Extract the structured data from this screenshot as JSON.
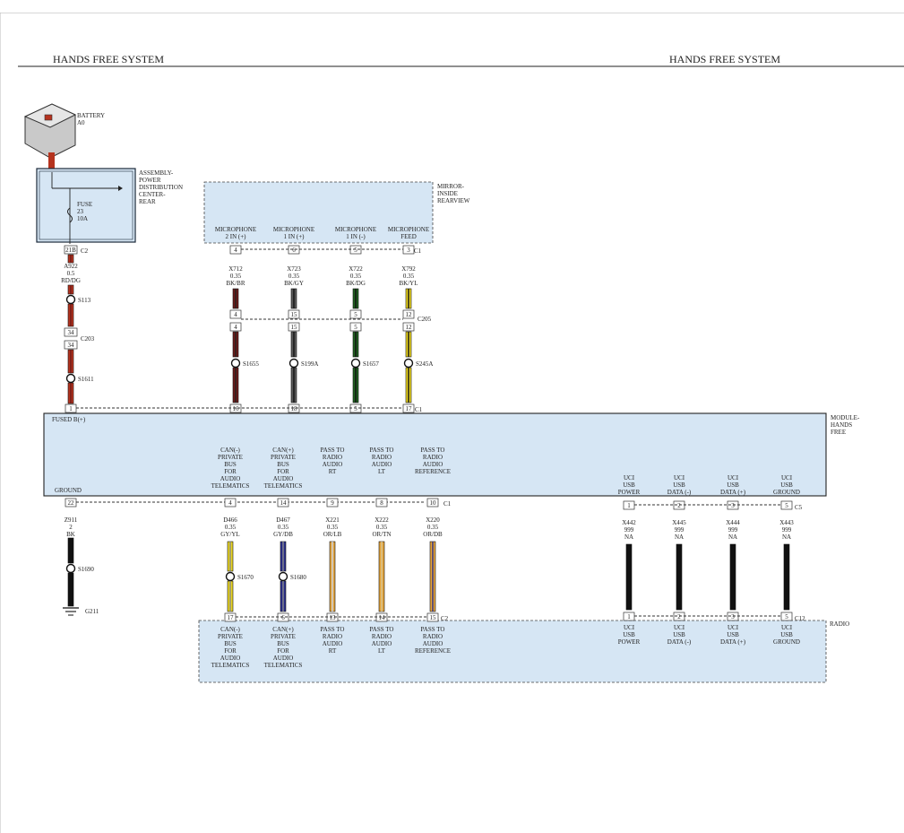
{
  "header": {
    "left_title": "HANDS FREE SYSTEM",
    "right_title": "HANDS FREE SYSTEM"
  },
  "battery": {
    "lines": [
      "BATTERY",
      "A0"
    ]
  },
  "pdc": {
    "lines": [
      "ASSEMBLY-",
      "POWER",
      "DISTRIBUTION",
      "CENTER-",
      "REAR"
    ],
    "fuse": [
      "FUSE",
      "23",
      "10A"
    ],
    "connector": "C2",
    "pin": "21B"
  },
  "mirror": {
    "lines": [
      "MIRROR-",
      "INSIDE",
      "REARVIEW"
    ],
    "connector": "C1"
  },
  "module": {
    "lines": [
      "MODULE-",
      "HANDS",
      "FREE"
    ],
    "fused": "FUSED B(+)",
    "ground": "GROUND",
    "top_connector": "C1",
    "bottom_connector": "C1",
    "usb_connector": "C5"
  },
  "radio": {
    "name": "RADIO",
    "connector": "C2",
    "usb_connector": "C12"
  },
  "power_wire": {
    "code": [
      "A922",
      "0.5",
      "RD/DG"
    ],
    "splices": [
      "S113",
      "S1611"
    ],
    "c203": {
      "pins": [
        "34",
        "34"
      ],
      "name": "C203"
    },
    "module_pin": "1"
  },
  "ground_wire": {
    "pin": "22",
    "code": [
      "Z911",
      "2",
      "BK"
    ],
    "splice": "S1690",
    "ground": "G211"
  },
  "c205": "C205",
  "mics": [
    {
      "label": [
        "MICROPHONE",
        "2 IN (+)"
      ],
      "mirror_pin": "4",
      "wire": [
        "X712",
        "0.35",
        "BK/BR"
      ],
      "c205": [
        "4",
        "4"
      ],
      "splice": "S1655",
      "module_pin": "16",
      "module_label": [
        "MICROPHONE",
        "2 IN (+)"
      ]
    },
    {
      "label": [
        "MICROPHONE",
        "1 IN (+)"
      ],
      "mirror_pin": "6",
      "wire": [
        "X723",
        "0.35",
        "BK/GY"
      ],
      "c205": [
        "15",
        "15"
      ],
      "splice": "S199A",
      "module_pin": "18",
      "module_label": [
        "MICROPHONE",
        "1 IN (+)"
      ]
    },
    {
      "label": [
        "MICROPHONE",
        "1 IN (-)"
      ],
      "mirror_pin": "5",
      "wire": [
        "X722",
        "0.35",
        "BK/DG"
      ],
      "c205": [
        "5",
        "5"
      ],
      "splice": "S1657",
      "module_pin": "5",
      "module_label": [
        "MICROPHONE",
        "1 IN (-)"
      ]
    },
    {
      "label": [
        "MICROPHONE",
        "FEED"
      ],
      "mirror_pin": "3",
      "wire": [
        "X792",
        "0.35",
        "BK/YL"
      ],
      "c205": [
        "12",
        "12"
      ],
      "splice": "S245A",
      "module_pin": "17",
      "module_label": [
        "MICROPHONE",
        "FEED"
      ]
    }
  ],
  "audio": [
    {
      "module_label": [
        "CAN(-)",
        "PRIVATE",
        "BUS",
        "FOR",
        "AUDIO",
        "TELEMATICS"
      ],
      "module_pin": "4",
      "wire": [
        "D466",
        "0.35",
        "GY/YL"
      ],
      "splice": "S1670",
      "radio_pin": "17",
      "radio_label": [
        "CAN(-)",
        "PRIVATE",
        "BUS",
        "FOR",
        "AUDIO",
        "TELEMATICS"
      ]
    },
    {
      "module_label": [
        "CAN(+)",
        "PRIVATE",
        "BUS",
        "FOR",
        "AUDIO",
        "TELEMATICS"
      ],
      "module_pin": "14",
      "wire": [
        "D467",
        "0.35",
        "GY/DB"
      ],
      "splice": "S1680",
      "radio_pin": "6",
      "radio_label": [
        "CAN(+)",
        "PRIVATE",
        "BUS",
        "FOR",
        "AUDIO",
        "TELEMATICS"
      ]
    },
    {
      "module_label": [
        "PASS TO",
        "RADIO",
        "AUDIO",
        "RT"
      ],
      "module_pin": "9",
      "wire": [
        "X221",
        "0.35",
        "OR/LB"
      ],
      "splice": "",
      "radio_pin": "13",
      "radio_label": [
        "PASS TO",
        "RADIO",
        "AUDIO",
        "RT"
      ]
    },
    {
      "module_label": [
        "PASS TO",
        "RADIO",
        "AUDIO",
        "LT"
      ],
      "module_pin": "8",
      "wire": [
        "X222",
        "0.35",
        "OR/TN"
      ],
      "splice": "",
      "radio_pin": "14",
      "radio_label": [
        "PASS TO",
        "RADIO",
        "AUDIO",
        "LT"
      ]
    },
    {
      "module_label": [
        "PASS TO",
        "RADIO",
        "AUDIO",
        "REFERENCE"
      ],
      "module_pin": "10",
      "wire": [
        "X220",
        "0.35",
        "OR/DB"
      ],
      "splice": "",
      "radio_pin": "15",
      "radio_label": [
        "PASS TO",
        "RADIO",
        "AUDIO",
        "REFERENCE"
      ]
    }
  ],
  "usb": [
    {
      "module_label": [
        "UCI",
        "USB",
        "POWER"
      ],
      "module_pin": "1",
      "wire": [
        "X442",
        "999",
        "NA"
      ],
      "radio_pin": "1",
      "radio_label": [
        "UCI",
        "USB",
        "POWER"
      ]
    },
    {
      "module_label": [
        "UCI",
        "USB",
        "DATA (-)"
      ],
      "module_pin": "2",
      "wire": [
        "X445",
        "999",
        "NA"
      ],
      "radio_pin": "2",
      "radio_label": [
        "UCI",
        "USB",
        "DATA (-)"
      ]
    },
    {
      "module_label": [
        "UCI",
        "USB",
        "DATA (+)"
      ],
      "module_pin": "3",
      "wire": [
        "X444",
        "999",
        "NA"
      ],
      "radio_pin": "3",
      "radio_label": [
        "UCI",
        "USB",
        "DATA (+)"
      ]
    },
    {
      "module_label": [
        "UCI",
        "USB",
        "GROUND"
      ],
      "module_pin": "5",
      "wire": [
        "X443",
        "999",
        "NA"
      ],
      "radio_pin": "5",
      "radio_label": [
        "UCI",
        "USB",
        "GROUND"
      ]
    }
  ],
  "colors": {
    "box_fill": "#d6e6f4",
    "box_stroke": "#1c2a3a",
    "red": "#b5331e",
    "dark_red": "#6b1a18",
    "green": "#1f5f1f",
    "yellow": "#e8d420",
    "blue": "#2a2f8a",
    "orange": "#e5a43a",
    "black": "#111111",
    "gray": "#8a8a8a"
  }
}
